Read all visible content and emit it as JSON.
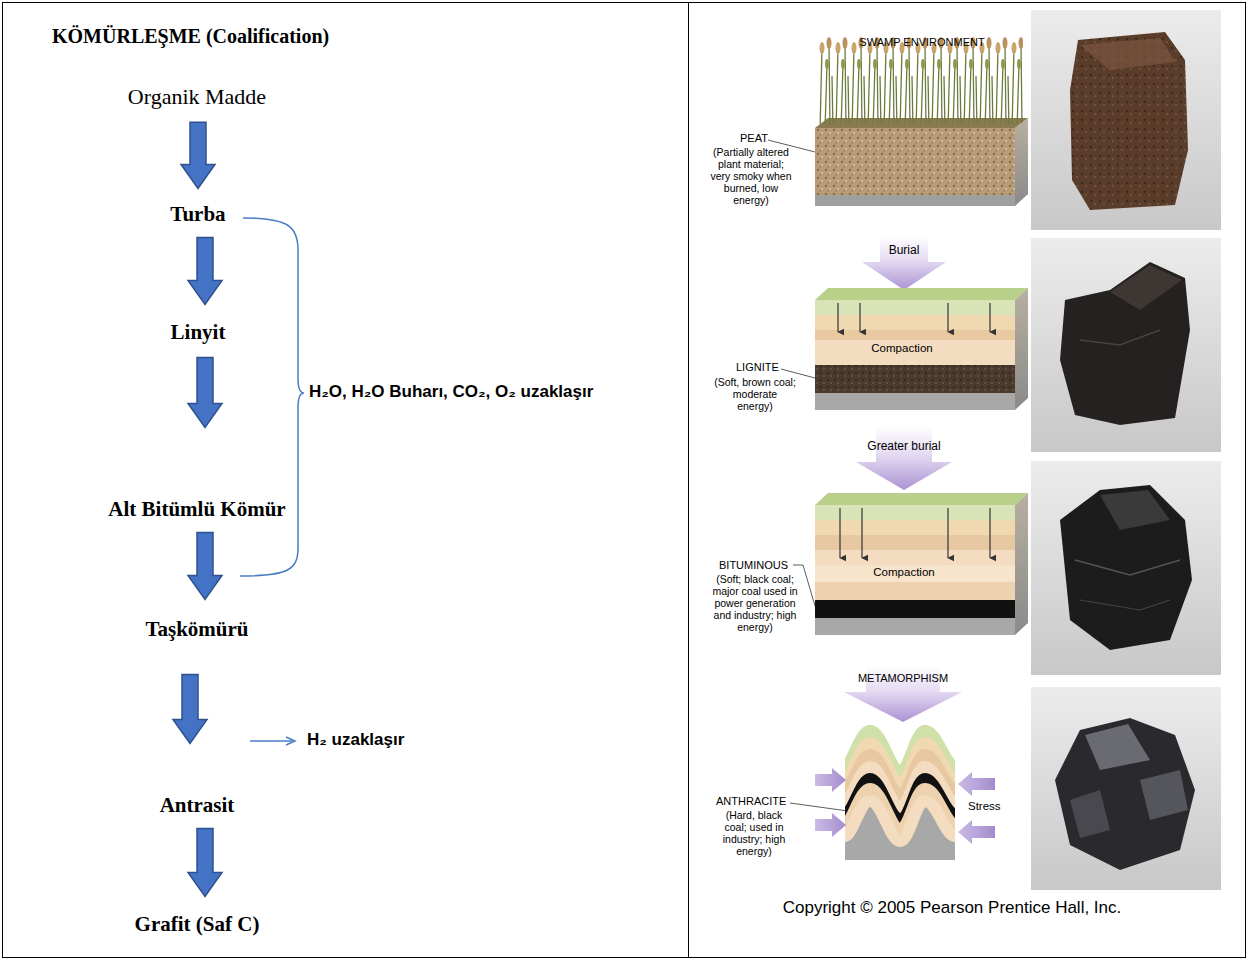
{
  "diagram": {
    "title": "KÖMÜRLEŞME (Coalification)",
    "nodes": [
      {
        "text": [
          "Organik Madde"
        ]
      },
      {
        "text": [
          "Turba"
        ]
      },
      {
        "text": [
          "Linyit"
        ]
      },
      {
        "text": [
          "Alt Bitümlü Kömür"
        ]
      },
      {
        "text": [
          "Taşkömürü"
        ]
      },
      {
        "text": [
          "Antrasit"
        ]
      },
      {
        "text": [
          "Grafit (Saf C)"
        ]
      }
    ],
    "edges": [
      {
        "from": 0,
        "to": 1,
        "arrow": "to"
      },
      {
        "from": 1,
        "to": 2,
        "arrow": "to"
      },
      {
        "from": 2,
        "to": 3,
        "arrow": "to"
      },
      {
        "from": 3,
        "to": 4,
        "arrow": "to"
      },
      {
        "from": 4,
        "to": 5,
        "arrow": "to"
      },
      {
        "from": 5,
        "to": 6,
        "arrow": "to"
      }
    ],
    "labels": [
      "H₂O, H₂O Buharı, CO₂, O₂ uzaklaşır",
      "H₂ uzaklaşır",
      "SWAMP ENVIRONMENT",
      "PEAT",
      "(Partially altered plant material; very smoky when burned, low energy)",
      "Burial",
      "Compaction",
      "LIGNITE",
      "(Soft, brown coal; moderate energy)",
      "Greater burial",
      "Compaction",
      "BITUMINOUS",
      "(Soft; black coal; major coal used in power generation and industry; high energy)",
      "METAMORPHISM",
      "ANTHRACITE",
      "(Hard, black coal; used in industry; high energy)",
      "Stress",
      "Copyright © 2005 Pearson Prentice Hall, Inc."
    ]
  }
}
